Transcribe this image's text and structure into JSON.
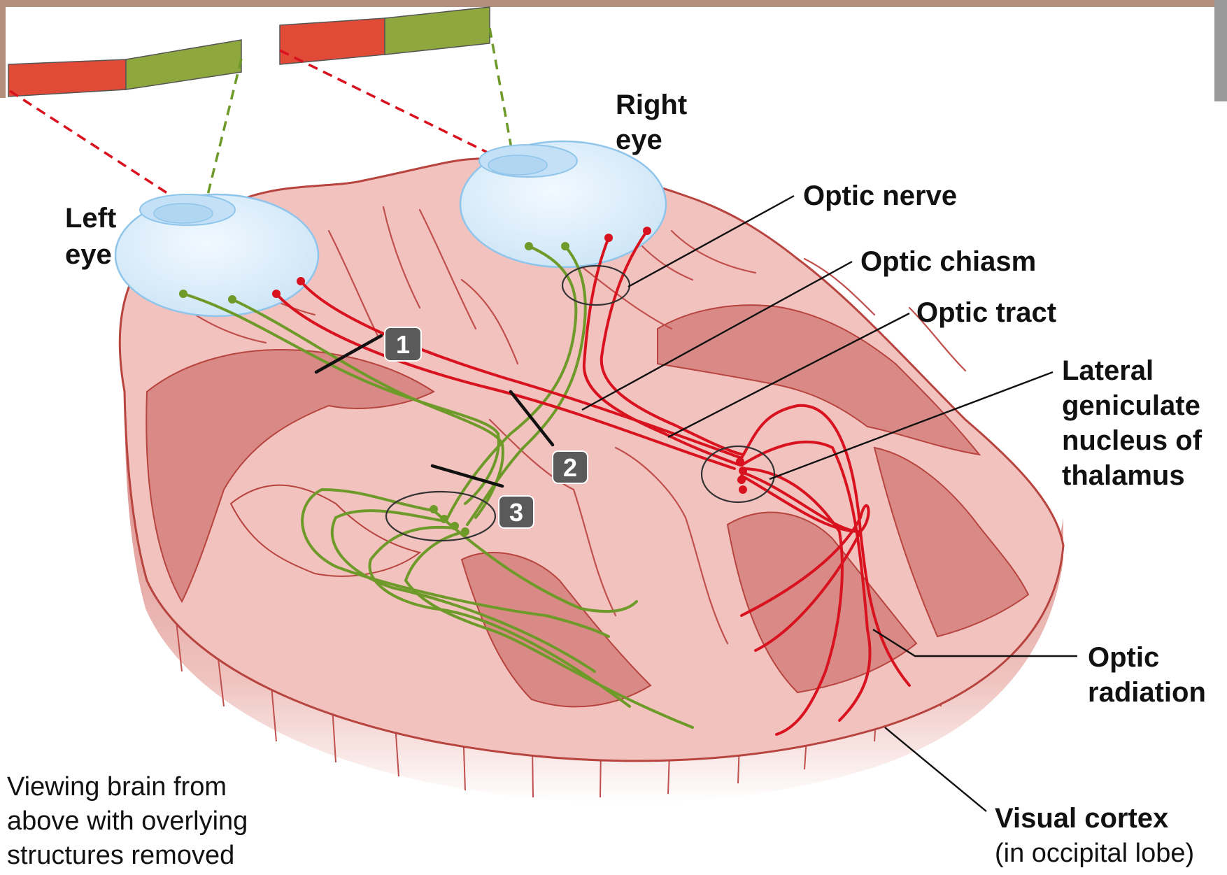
{
  "labels": {
    "right_eye": [
      "Right",
      "eye"
    ],
    "left_eye": [
      "Left",
      "eye"
    ],
    "optic_nerve": "Optic nerve",
    "optic_chiasm": "Optic chiasm",
    "optic_tract": "Optic tract",
    "lgn": [
      "Lateral",
      "geniculate",
      "nucleus of",
      "thalamus"
    ],
    "optic_radiation": [
      "Optic",
      "radiation"
    ],
    "visual_cortex": "Visual cortex",
    "visual_cortex_note": "(in occipital lobe)"
  },
  "caption": [
    "Viewing brain from",
    "above with overlying",
    "structures removed"
  ],
  "lesion_markers": [
    "1",
    "2",
    "3"
  ],
  "colors": {
    "left_field": "#e04a36",
    "right_field": "#8ea83d",
    "red_pathway": "#d8131f",
    "green_pathway": "#6e9a2a",
    "brain_surface": "#f2c2bf",
    "brain_gyri": "#d98a86",
    "eye_fill": "#d6ecfa",
    "eye_stroke": "#8fc5ea",
    "badge": "#5a5a5a",
    "top_band": "#b38f7d"
  },
  "icons": [
    "eyeball",
    "visual-field-bar",
    "lesion-cut-line"
  ]
}
